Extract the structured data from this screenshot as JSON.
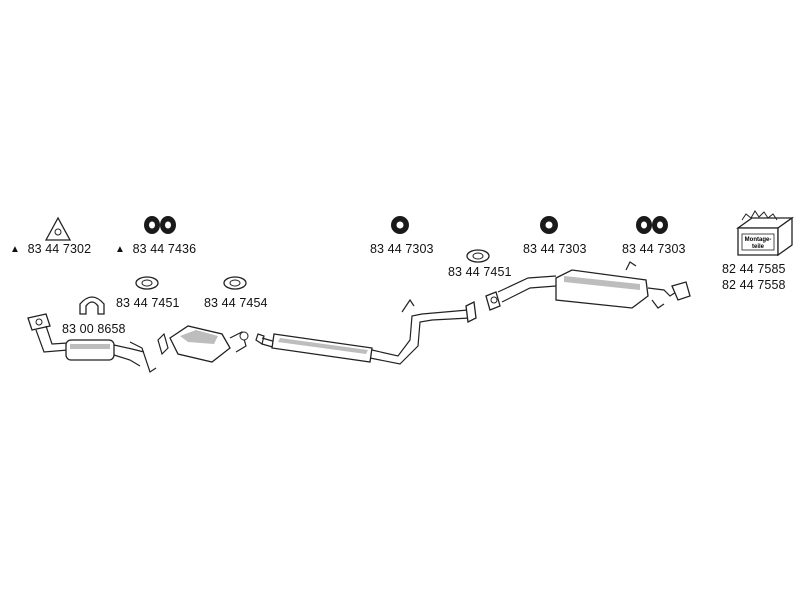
{
  "parts": {
    "gasket_top_left": "83 44 7302",
    "hangers_top_left": "83 44 7436",
    "clamp_front": "83 00 8658",
    "gasket_middle_1": "83 44 7451",
    "gasket_middle_2": "83 44 7454",
    "hanger_center": "83 44 7303",
    "gasket_center": "83 44 7451",
    "hanger_rear_1": "83 44 7303",
    "hangers_rear_2": "83 44 7303",
    "kit_1": "82 44 7585",
    "kit_2": "82 44 7558"
  },
  "kit_box_label": "Montage-\nteile",
  "icons": [
    "gasket-icon",
    "rubber-hanger-icon",
    "clamp-icon",
    "mounting-kit-box-icon",
    "triangle-marker-icon"
  ]
}
